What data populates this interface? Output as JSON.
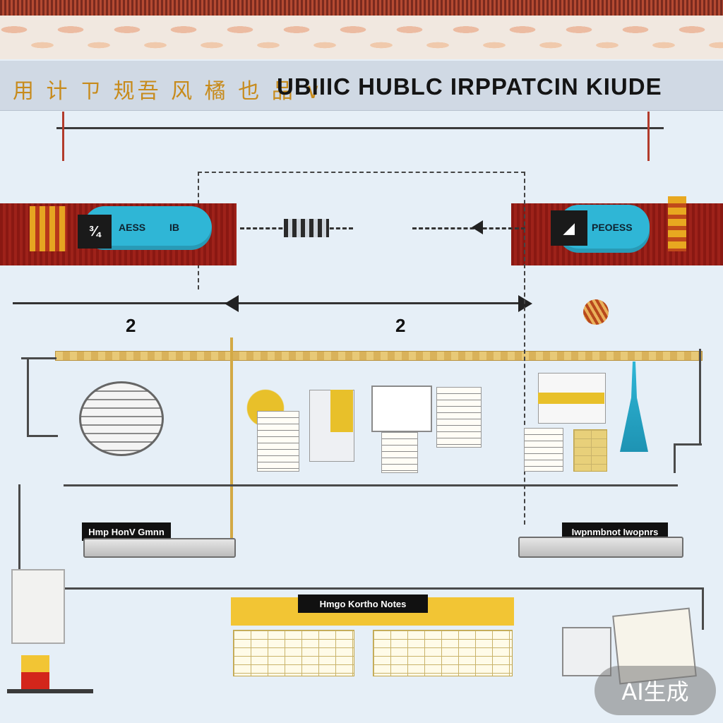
{
  "header": {
    "title_cn": "用 计 ㄗ  规吾 风 橘 也 品 ∨",
    "title_en": "UBIIIC HUBLC IRPPATCIN KIUDE"
  },
  "left_module": {
    "icon_glyph": "¾",
    "label": "AESS",
    "side_label": "IB"
  },
  "right_module": {
    "icon_glyph": "◢",
    "label": "PEOESS"
  },
  "markers": {
    "left": "2",
    "right": "2"
  },
  "labels": {
    "left_plate": "Hmp HonV Gmnn",
    "right_plate": "Iwpnmbnot Iwopnrs",
    "bottom_bar": "Hmgo Kortho Notes"
  },
  "watermark": "AI生成",
  "colors": {
    "accent_red": "#8a1812",
    "accent_cyan": "#2fb6d6",
    "accent_yellow": "#f2c534",
    "background": "#e6eff7"
  }
}
